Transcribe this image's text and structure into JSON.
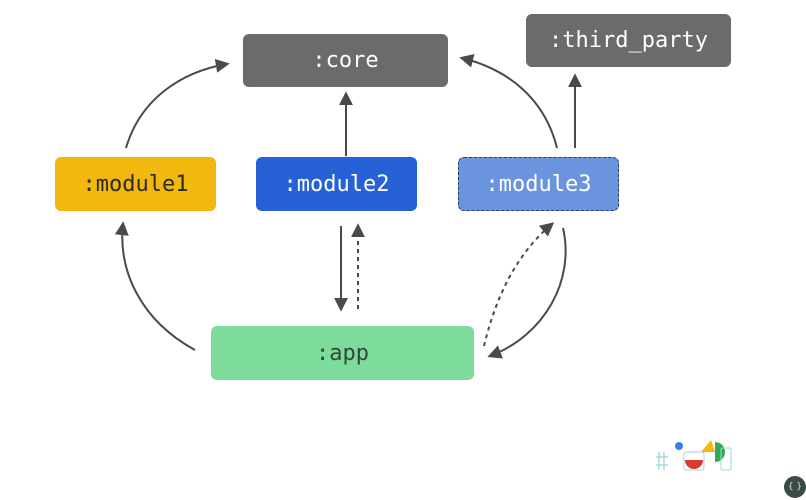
{
  "diagram": {
    "nodes": {
      "core": ":core",
      "third_party": ":third_party",
      "module1": ":module1",
      "module2": ":module2",
      "module3": ":module3",
      "app": ":app"
    }
  },
  "colors": {
    "gray": "#6b6b6b",
    "yellow": "#f2b80e",
    "blue": "#2662d6",
    "light_blue": "#6b94df",
    "green": "#7ddb9c",
    "arrow": "#4a4a4a"
  },
  "branding": {
    "logo": "google-io-logo",
    "badge_icon": "braces-icon",
    "badge_text": "{ }"
  }
}
